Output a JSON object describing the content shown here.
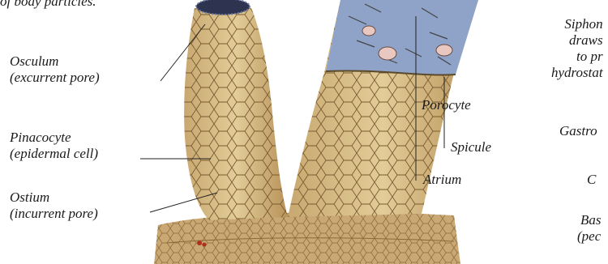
{
  "labels": {
    "top_left_partial": "of body particles.",
    "osculum": [
      "Osculum",
      "(excurrent pore)"
    ],
    "pinacocyte": [
      "Pinacocyte",
      "(epidermal cell)"
    ],
    "ostium": [
      "Ostium",
      "(incurrent pore)"
    ],
    "porocyte": "Porocyte",
    "spicule": "Spicule",
    "atrium": "Atrium",
    "siphon_partial": [
      "Siphon",
      "draws",
      "to pr",
      "hydrostat"
    ],
    "gastro_partial": "Gastro",
    "c_partial": "C",
    "basal_partial": [
      "Bas",
      "(pec"
    ]
  },
  "colors": {
    "sponge_body": "#d9c08a",
    "sponge_shadow": "#b8935a",
    "cell_outline": "#7a5a30",
    "atrium_lining": "#8fa3c8",
    "base": "#c9a874",
    "pointer_line": "#222222"
  }
}
